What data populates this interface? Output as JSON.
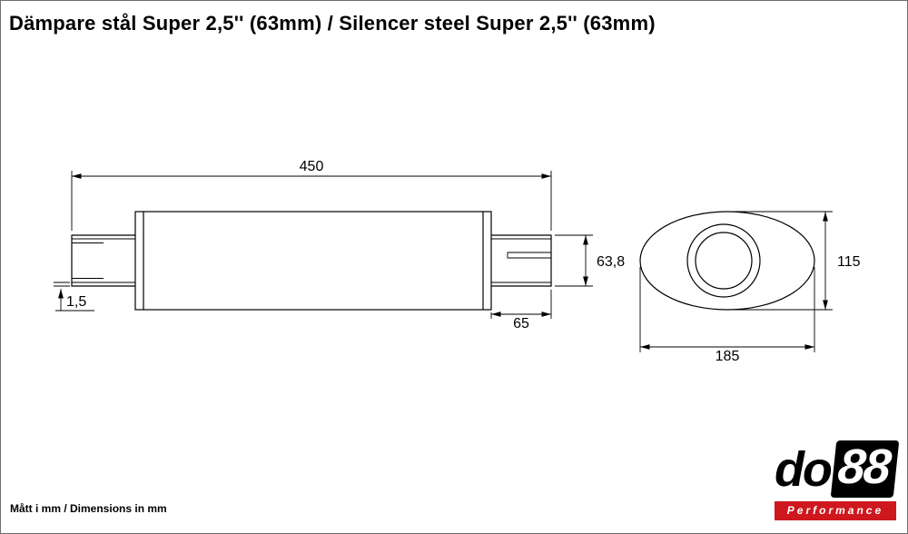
{
  "page": {
    "title": "Dämpare stål Super 2,5'' (63mm) / Silencer steel Super 2,5'' (63mm)",
    "units_note": "Mått i mm / Dimensions in mm"
  },
  "drawing": {
    "dimensions_mm": {
      "total_length": "450",
      "pipe_outer_diameter": "63,8",
      "wall_thickness": "1,5",
      "outlet_stub_length": "65",
      "body_height": "115",
      "body_width": "185"
    }
  },
  "logo": {
    "brand_part1": "do",
    "brand_part2": "88",
    "subtitle": "Performance",
    "bar_color": "#CE181E",
    "box_color": "#000000"
  }
}
